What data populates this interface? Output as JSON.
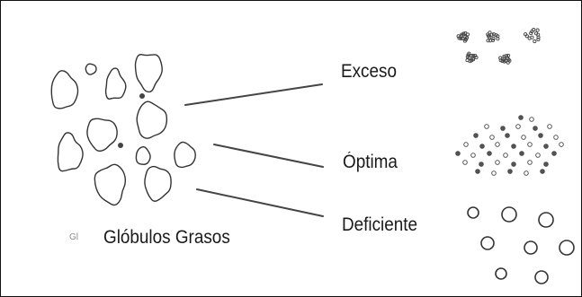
{
  "legend": {
    "mark": "Gl",
    "title": "Glóbulos Grasos"
  },
  "levels": [
    {
      "label": "Exceso"
    },
    {
      "label": "Óptima"
    },
    {
      "label": "Deficiente"
    }
  ],
  "colors": {
    "ink": "#1a1a1a",
    "outline": "#333333",
    "border": "#111111",
    "background": "#ffffff"
  }
}
